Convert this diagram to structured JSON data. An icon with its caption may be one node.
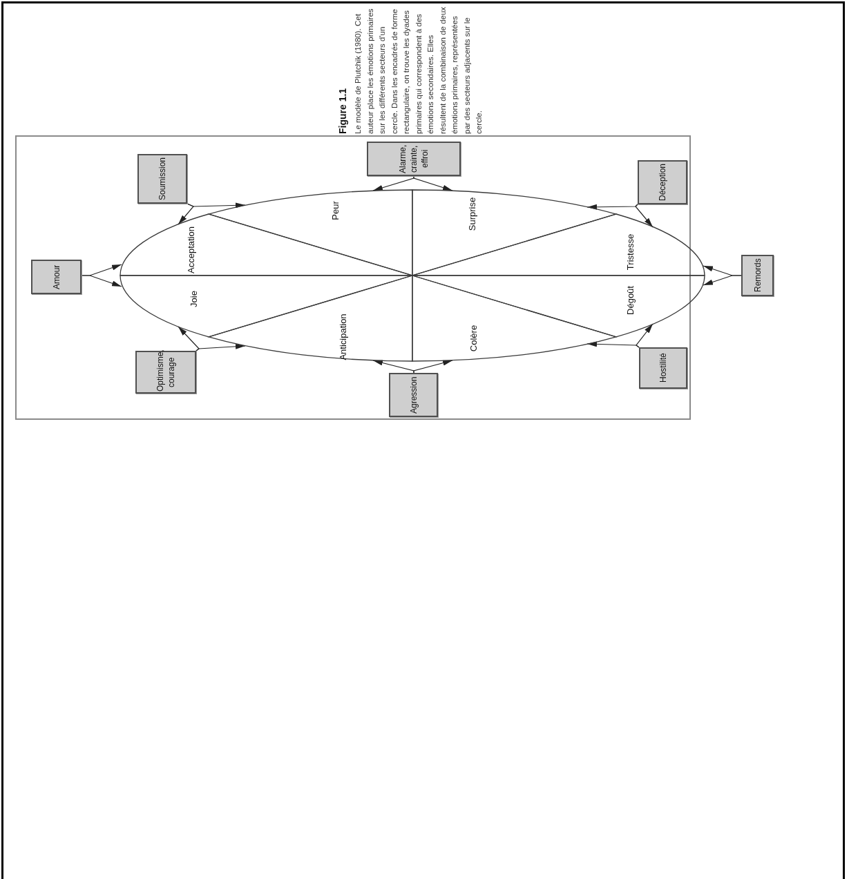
{
  "diagram": {
    "title": "Figure 1.1",
    "caption": "Le modèle de Plutchik (1980). Cet auteur place les émotions primaires sur les différents secteurs d'un cercle. Dans les encadrés de forme rectangulaire, on trouve les dyades primaires qui correspondent à des émotions secondaires. Elles résultent de la combinaison de deux émotions primaires, représentées par des secteurs adjacents sur le cercle.",
    "nodes": [
      {
        "text": [
          "Amour"
        ]
      },
      {
        "text": [
          "Soumission"
        ]
      },
      {
        "text": [
          "Alarme, crainte, effroi"
        ]
      },
      {
        "text": [
          "Déception"
        ]
      },
      {
        "text": [
          "Remords"
        ]
      },
      {
        "text": [
          "Hostilité"
        ]
      },
      {
        "text": [
          "Agression"
        ]
      },
      {
        "text": [
          "Optimisme, courage"
        ]
      },
      {
        "text": [
          "Acceptation"
        ]
      },
      {
        "text": [
          "Peur"
        ]
      },
      {
        "text": [
          "Surprise"
        ]
      },
      {
        "text": [
          "Tristesse"
        ]
      },
      {
        "text": [
          "Dégoût"
        ]
      },
      {
        "text": [
          "Colère"
        ]
      },
      {
        "text": [
          "Anticipation"
        ]
      },
      {
        "text": [
          "Joie"
        ]
      }
    ],
    "edges": [
      {
        "from": 0,
        "to": 8,
        "arrow": "to"
      },
      {
        "from": 0,
        "to": 15,
        "arrow": "to"
      },
      {
        "from": 1,
        "to": 8,
        "arrow": "to"
      },
      {
        "from": 1,
        "to": 9,
        "arrow": "to"
      },
      {
        "from": 2,
        "to": 9,
        "arrow": "to"
      },
      {
        "from": 2,
        "to": 10,
        "arrow": "to"
      },
      {
        "from": 3,
        "to": 10,
        "arrow": "to"
      },
      {
        "from": 3,
        "to": 11,
        "arrow": "to"
      },
      {
        "from": 4,
        "to": 11,
        "arrow": "to"
      },
      {
        "from": 4,
        "to": 12,
        "arrow": "to"
      },
      {
        "from": 5,
        "to": 12,
        "arrow": "to"
      },
      {
        "from": 5,
        "to": 13,
        "arrow": "to"
      },
      {
        "from": 6,
        "to": 13,
        "arrow": "to"
      },
      {
        "from": 6,
        "to": 14,
        "arrow": "to"
      },
      {
        "from": 7,
        "to": 14,
        "arrow": "to"
      },
      {
        "from": 7,
        "to": 15,
        "arrow": "to"
      }
    ]
  }
}
